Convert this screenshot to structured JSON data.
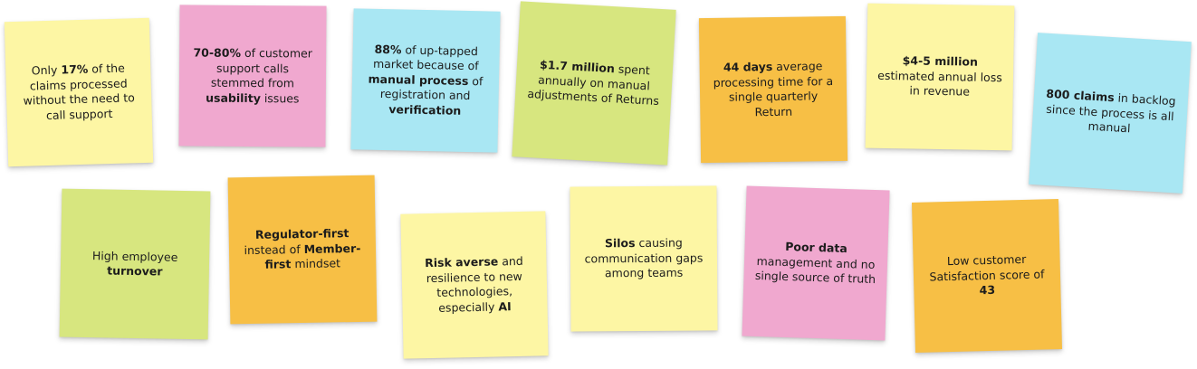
{
  "colors": {
    "yellow": "#fdf6a4",
    "pink": "#f0a8cf",
    "blue": "#a9e7f3",
    "green": "#d7e67f",
    "orange": "#f7bf45"
  },
  "notes": [
    {
      "color": "yellow",
      "parts": [
        {
          "text": "Only "
        },
        {
          "text": "17%",
          "bold": true
        },
        {
          "text": " of the claims processed without the need to call support"
        }
      ]
    },
    {
      "color": "pink",
      "parts": [
        {
          "text": "70-80%",
          "bold": true
        },
        {
          "text": " of customer support calls stemmed from "
        },
        {
          "text": "usability",
          "bold": true
        },
        {
          "text": " issues"
        }
      ]
    },
    {
      "color": "blue",
      "parts": [
        {
          "text": "88%",
          "bold": true
        },
        {
          "text": " of up-tapped market because of "
        },
        {
          "text": "manual process",
          "bold": true
        },
        {
          "text": " of registration  and "
        },
        {
          "text": "verification",
          "bold": true
        }
      ]
    },
    {
      "color": "green",
      "parts": [
        {
          "text": "$1.7 million",
          "bold": true
        },
        {
          "text": " spent annually on manual adjustments of Returns"
        }
      ]
    },
    {
      "color": "orange",
      "parts": [
        {
          "text": "44 days",
          "bold": true
        },
        {
          "text": " average processing time for a single quarterly Return"
        }
      ]
    },
    {
      "color": "yellow",
      "parts": [
        {
          "text": "$4-5 million",
          "bold": true
        },
        {
          "text": " estimated annual loss in revenue"
        }
      ]
    },
    {
      "color": "blue",
      "parts": [
        {
          "text": "800 claims",
          "bold": true
        },
        {
          "text": " in backlog since the process is all manual"
        }
      ]
    },
    {
      "color": "green",
      "parts": [
        {
          "text": "High employee "
        },
        {
          "text": "turnover",
          "bold": true
        }
      ]
    },
    {
      "color": "orange",
      "parts": [
        {
          "text": "Regulator-first",
          "bold": true
        },
        {
          "text": " instead of "
        },
        {
          "text": "Member-first",
          "bold": true
        },
        {
          "text": " mindset"
        }
      ]
    },
    {
      "color": "yellow",
      "parts": [
        {
          "text": "Risk averse",
          "bold": true
        },
        {
          "text": " and resilience to new technologies, especially "
        },
        {
          "text": "AI",
          "bold": true
        }
      ]
    },
    {
      "color": "yellow",
      "parts": [
        {
          "text": "Silos",
          "bold": true
        },
        {
          "text": " causing communication gaps among teams"
        }
      ]
    },
    {
      "color": "pink",
      "parts": [
        {
          "text": "Poor data",
          "bold": true
        },
        {
          "text": " management and no single source of truth"
        }
      ]
    },
    {
      "color": "orange",
      "parts": [
        {
          "text": "Low customer Satisfaction score of "
        },
        {
          "text": "43",
          "bold": true
        }
      ]
    }
  ]
}
